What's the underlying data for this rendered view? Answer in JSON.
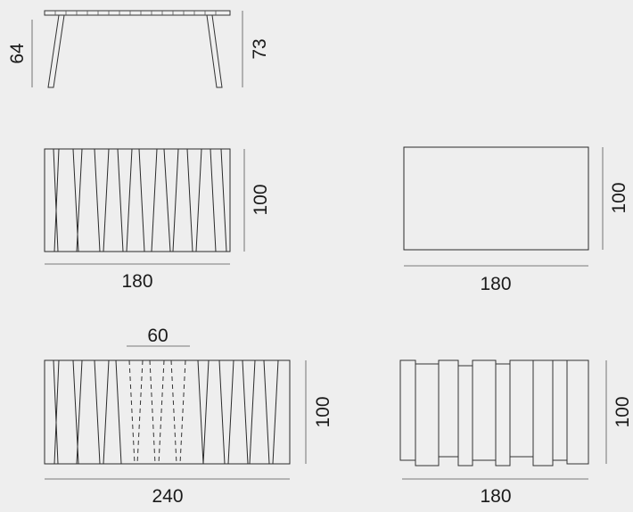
{
  "side_view": {
    "height_leg": "64",
    "height_total": "73"
  },
  "top_view_slats": {
    "depth": "100",
    "length": "180"
  },
  "top_view_plain": {
    "depth": "100",
    "length": "180"
  },
  "extended_view": {
    "extension": "60",
    "depth": "100",
    "length": "240"
  },
  "bottom_view": {
    "depth": "100",
    "length": "180"
  }
}
